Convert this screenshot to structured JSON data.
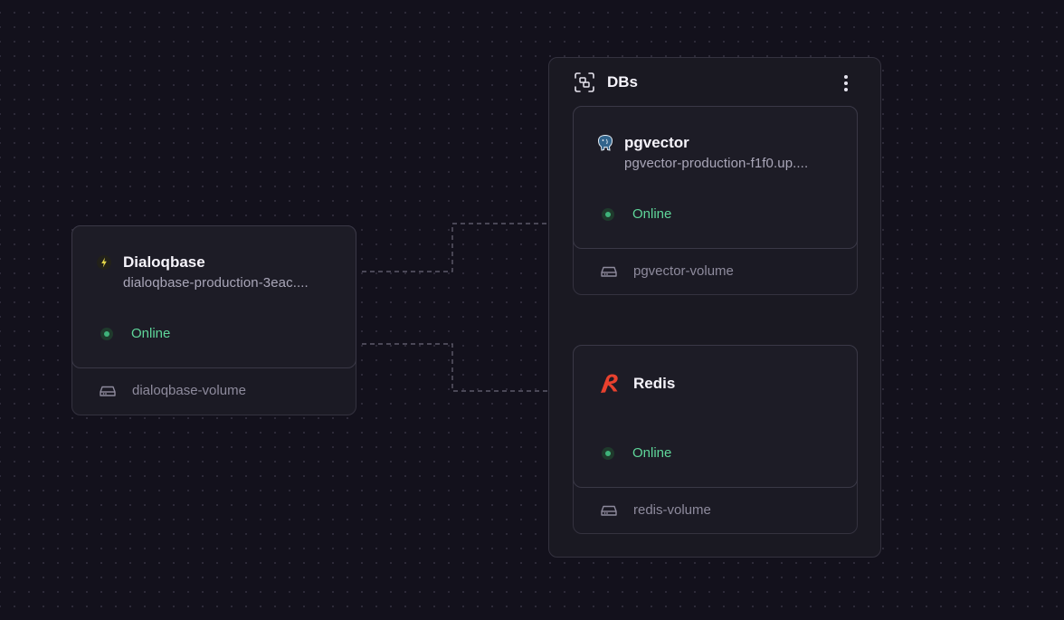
{
  "services": {
    "dialoqbase": {
      "name": "Dialoqbase",
      "url": "dialoqbase-production-3eac....",
      "status": "Online",
      "volume": "dialoqbase-volume",
      "icon": "lightning-icon"
    },
    "pgvector": {
      "name": "pgvector",
      "url": "pgvector-production-f1f0.up....",
      "status": "Online",
      "volume": "pgvector-volume",
      "icon": "postgres-elephant-icon"
    },
    "redis": {
      "name": "Redis",
      "url": "",
      "status": "Online",
      "volume": "redis-volume",
      "icon": "redis-icon"
    }
  },
  "group": {
    "title": "DBs",
    "icon": "group-frame-icon",
    "menu_icon": "more-vertical-icon"
  },
  "colors": {
    "background": "#13111c",
    "online": "#5fd69a",
    "accent_redis": "#e8412e",
    "lightning": "#e6d84a",
    "connector": "#6b6878"
  }
}
